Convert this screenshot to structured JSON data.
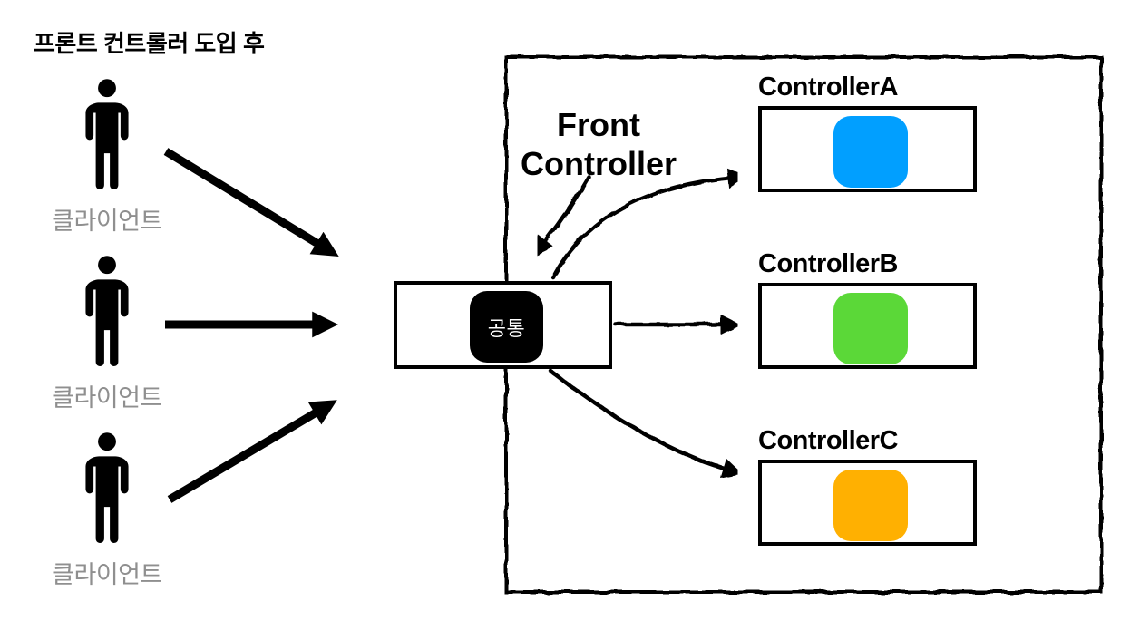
{
  "title": "프론트 컨트롤러 도입 후",
  "clients": {
    "label": "클라이언트",
    "count": 3
  },
  "front_controller": {
    "annotation": [
      "Front",
      "Controller"
    ],
    "chip_label": "공통",
    "chip_color": "#000000",
    "chip_text_color": "#ffffff"
  },
  "controllers": [
    {
      "name": "ControllerA",
      "color": "#019fff"
    },
    {
      "name": "ControllerB",
      "color": "#5bd838"
    },
    {
      "name": "ControllerC",
      "color": "#ffb001"
    }
  ],
  "colors": {
    "background": "#ffffff",
    "line": "#000000",
    "client_label": "#8f8f8f"
  }
}
